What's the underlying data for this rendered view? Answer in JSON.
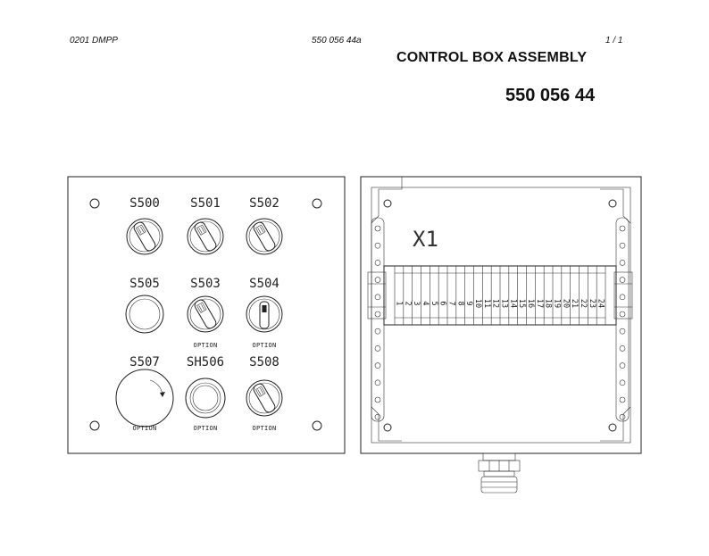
{
  "header": {
    "doc_code": "0201 DMPP",
    "drawing_ref": "550 056 44a",
    "sheet": "1 /  1",
    "title": "CONTROL BOX ASSEMBLY",
    "part_number": "550 056 44"
  },
  "front_panel": {
    "devices": [
      {
        "id": "S500",
        "type": "selector",
        "option": ""
      },
      {
        "id": "S501",
        "type": "selector",
        "option": ""
      },
      {
        "id": "S502",
        "type": "selector",
        "option": ""
      },
      {
        "id": "S505",
        "type": "pushbutton",
        "option": ""
      },
      {
        "id": "S503",
        "type": "selector",
        "option": "OPTION"
      },
      {
        "id": "S504",
        "type": "key-switch",
        "option": "OPTION"
      },
      {
        "id": "S507",
        "type": "emergency-stop",
        "option": "OPTION"
      },
      {
        "id": "SH506",
        "type": "illuminated-pushbutton",
        "option": "OPTION"
      },
      {
        "id": "S508",
        "type": "selector",
        "option": "OPTION"
      }
    ]
  },
  "terminal_box": {
    "label": "X1",
    "terminals": [
      "1",
      "2",
      "3",
      "4",
      "5",
      "6",
      "7",
      "8",
      "9",
      "10",
      "11",
      "12",
      "13",
      "14",
      "15",
      "16",
      "17",
      "18",
      "19",
      "20",
      "21",
      "22",
      "23",
      "24"
    ]
  }
}
